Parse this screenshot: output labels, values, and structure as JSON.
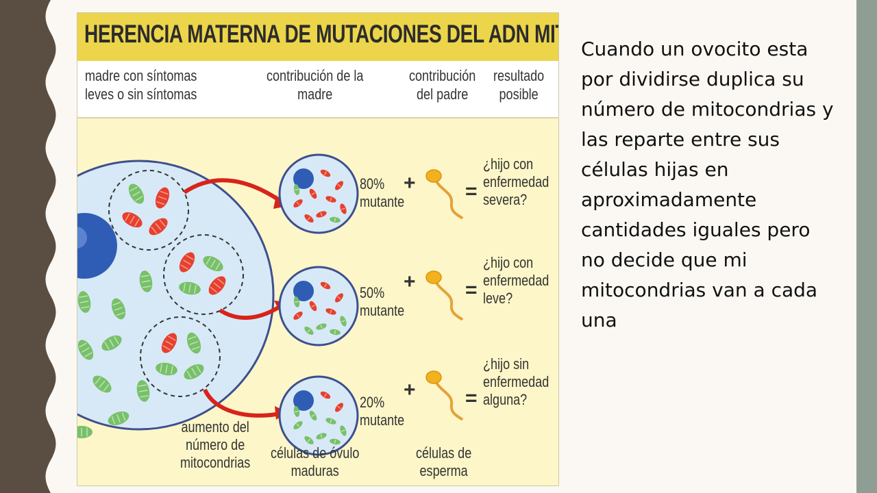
{
  "figure": {
    "title": "HERENCIA MATERNA DE MUTACIONES DEL ADN MITOCONDRICO",
    "headers": {
      "mother": "madre con síntomas\nleves o sin síntomas",
      "mother_contribution": "contribución de la\nmadre",
      "father_contribution": "contribución\ndel padre",
      "result": "resultado\nposible"
    },
    "rows": [
      {
        "percent": "80%\nmutante",
        "plus": "+",
        "equals": "=",
        "result": "¿hijo con\nenfermedad\nsevera?"
      },
      {
        "percent": "50%\nmutante",
        "plus": "+",
        "equals": "=",
        "result": "¿hijo con\nenfermedad\nleve?"
      },
      {
        "percent": "20%\nmutante",
        "plus": "+",
        "equals": "=",
        "result": "¿hijo sin\nenfermedad\nalguna?"
      }
    ],
    "bottom_labels": {
      "mito_increase": "aumento del\nnúmero de\nmitocondrias",
      "mature_eggs": "células de óvulo\nmaduras",
      "sperm": "células de\nesperma"
    }
  },
  "caption": "Cuando un ovocito esta por dividirse duplica su número de mitocondrias y las reparte entre sus células hijas en aproximadamente cantidades iguales pero no decide que mi mitocondrias van a cada una",
  "colors": {
    "left_band": "#5a4e43",
    "right_band": "#8e9e94",
    "title_bar": "#ecd54a",
    "figure_bg": "#fdf6c8",
    "mutant": "#e6402e",
    "healthy": "#78c06a",
    "arrow": "#d8231b",
    "nucleus": "#2f5db5",
    "sperm": "#f2b21f"
  }
}
